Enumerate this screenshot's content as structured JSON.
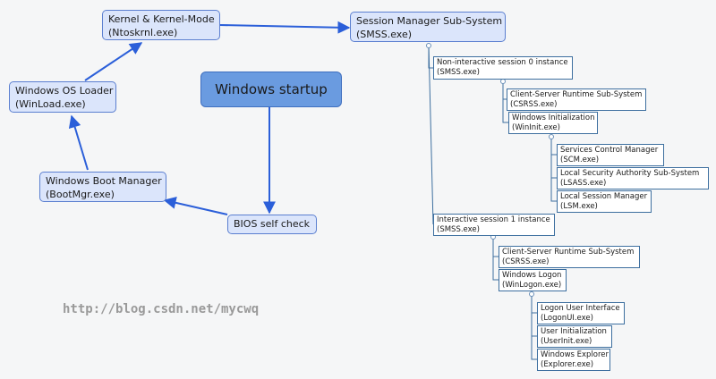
{
  "center": "Windows startup",
  "nodes": {
    "kernel": {
      "line1": "Kernel & Kernel-Mode",
      "line2": "(Ntoskrnl.exe)"
    },
    "smss": {
      "line1": "Session Manager Sub-System",
      "line2": "(SMSS.exe)"
    },
    "winload": {
      "line1": "Windows OS Loader",
      "line2": "(WinLoad.exe)"
    },
    "bootmgr": {
      "line1": "Windows Boot Manager",
      "line2": "(BootMgr.exe)"
    },
    "bios": {
      "line1": "BIOS self check"
    }
  },
  "session0": {
    "header": {
      "line1": "Non-interactive session 0 instance",
      "line2": "(SMSS.exe)"
    },
    "csrss": {
      "line1": "Client-Server Runtime Sub-System",
      "line2": "(CSRSS.exe)"
    },
    "wininit": {
      "line1": "Windows Initialization",
      "line2": "(WinInit.exe)"
    },
    "scm": {
      "line1": "Services Control Manager",
      "line2": "(SCM.exe)"
    },
    "lsass": {
      "line1": "Local Security Authority Sub-System",
      "line2": "(LSASS.exe)"
    },
    "lsm": {
      "line1": "Local Session Manager",
      "line2": "(LSM.exe)"
    }
  },
  "session1": {
    "header": {
      "line1": "Interactive session 1 instance",
      "line2": "(SMSS.exe)"
    },
    "csrss": {
      "line1": "Client-Server Runtime Sub-System",
      "line2": "(CSRSS.exe)"
    },
    "winlogon": {
      "line1": "Windows Logon",
      "line2": "(WinLogon.exe)"
    },
    "logonui": {
      "line1": "Logon User Interface",
      "line2": "(LogonUI.exe)"
    },
    "userinit": {
      "line1": "User Initialization",
      "line2": "(UserInit.exe)"
    },
    "explorer": {
      "line1": "Windows Explorer",
      "line2": "(Explorer.exe)"
    }
  },
  "watermark": "http://blog.csdn.net/mycwq",
  "colors": {
    "arrow": "#2b5fd9",
    "tree_line": "#3d6f9f",
    "node_fill": "#dbe5fb",
    "center_fill": "#6a9be0"
  }
}
